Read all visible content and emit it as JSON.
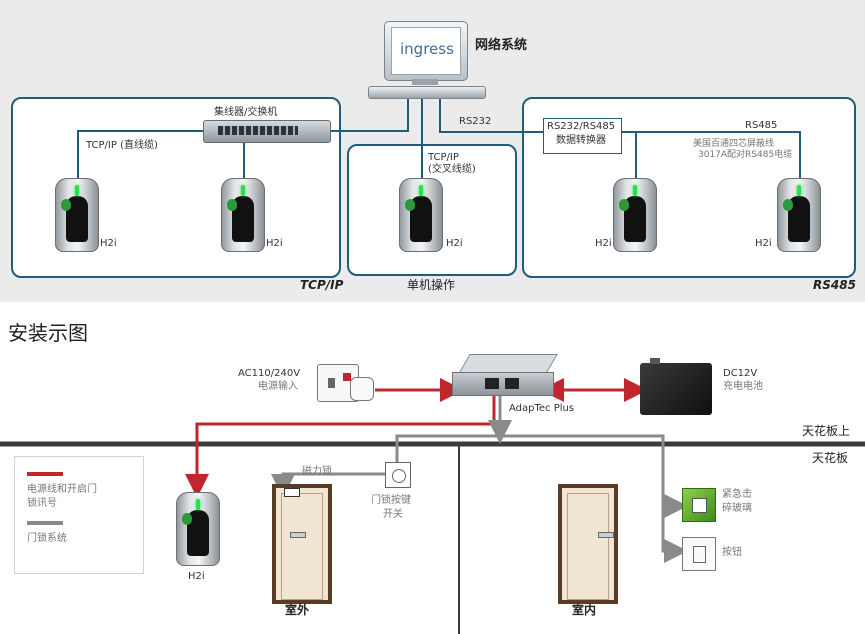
{
  "network": {
    "computer_logo": "ingress",
    "system_label": "网络系统",
    "hub_label": "集线器/交换机",
    "tcp_direct_label": "TCP/IP (直线缆)",
    "tcp_cross_label_1": "TCP/IP",
    "tcp_cross_label_2": "(交叉线缆)",
    "rs232_label": "RS232",
    "converter_line1": "RS232/RS485",
    "converter_line2": "数据转换器",
    "rs485_label": "RS485",
    "cable_note_1": "美国百通四芯屏蔽线",
    "cable_note_2": "3017A配对RS485电缆",
    "reader_labels": [
      "H2i",
      "H2i",
      "H2i",
      "H2i",
      "H2i"
    ],
    "panel_titles": {
      "tcp": "TCP/IP",
      "single": "单机操作",
      "rs485": "RS485"
    }
  },
  "install": {
    "title": "安装示图",
    "power_input_1": "AC110/240V",
    "power_input_2": "电源输入",
    "controller_label": "AdapTec Plus",
    "battery_1": "DC12V",
    "battery_2": "充电电池",
    "ceiling_above": "天花板上",
    "ceiling": "天花板",
    "maglock": "磁力锁",
    "exit_button_1": "门锁按键",
    "exit_button_2": "开关",
    "legend": {
      "item1_line1": "电源线和开启门",
      "item1_line2": "锁讯号",
      "item2": "门锁系统"
    },
    "reader_label": "H2i",
    "outside": "室外",
    "inside": "室内",
    "emergency_1": "紧急击",
    "emergency_2": "碎玻璃",
    "button": "按钮"
  },
  "colors": {
    "frame": "#1f5d78",
    "power_line": "#c0272d",
    "lock_line": "#8a8a8a"
  }
}
